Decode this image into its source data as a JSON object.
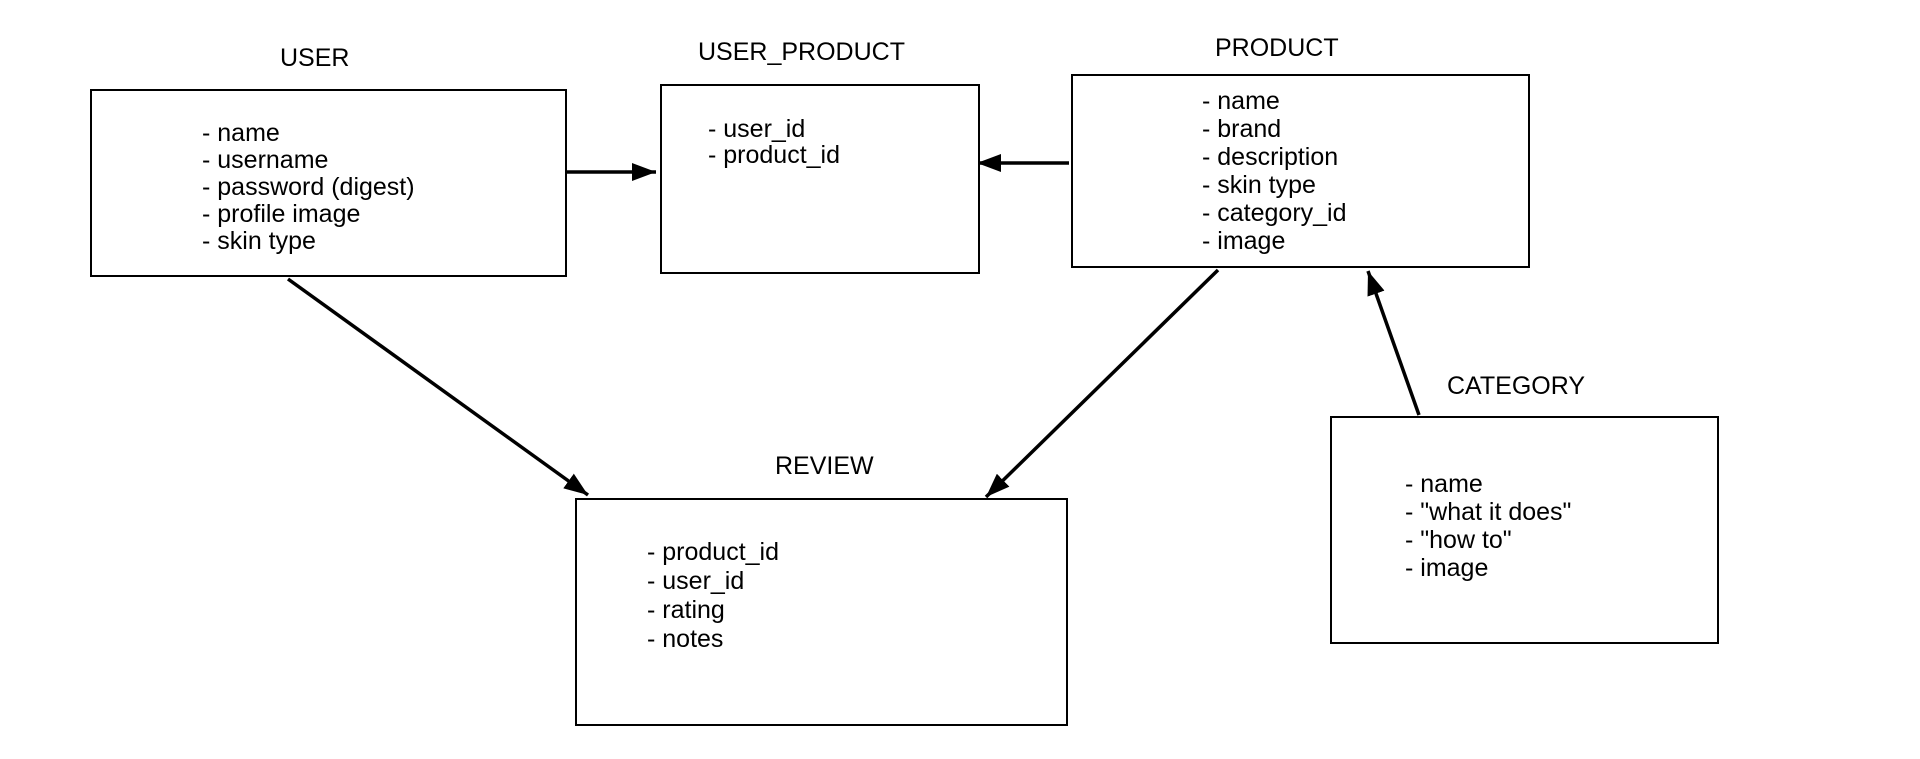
{
  "diagram": {
    "colors": {
      "background": "#ffffff",
      "line": "#000000",
      "text": "#000000"
    },
    "entities": {
      "user": {
        "title": "USER",
        "fields": [
          "- name",
          "- username",
          "- password (digest)",
          "- profile image",
          "- skin type"
        ]
      },
      "user_product": {
        "title": "USER_PRODUCT",
        "fields": [
          "- user_id",
          "- product_id"
        ]
      },
      "product": {
        "title": "PRODUCT",
        "fields": [
          "- name",
          "- brand",
          "- description",
          "- skin type",
          "- category_id",
          "- image"
        ]
      },
      "category": {
        "title": "CATEGORY",
        "fields": [
          "- name",
          "- \"what it does\"",
          "- \"how to\"",
          "- image"
        ]
      },
      "review": {
        "title": "REVIEW",
        "fields": [
          "- product_id",
          "- user_id",
          "- rating",
          "- notes"
        ]
      }
    },
    "relationships": [
      {
        "id": "user-to-user_product",
        "from": "USER",
        "to": "USER_PRODUCT"
      },
      {
        "id": "product-to-user_product",
        "from": "PRODUCT",
        "to": "USER_PRODUCT"
      },
      {
        "id": "user-to-review",
        "from": "USER",
        "to": "REVIEW"
      },
      {
        "id": "product-to-review",
        "from": "PRODUCT",
        "to": "REVIEW"
      },
      {
        "id": "category-to-product",
        "from": "CATEGORY",
        "to": "PRODUCT"
      }
    ]
  }
}
